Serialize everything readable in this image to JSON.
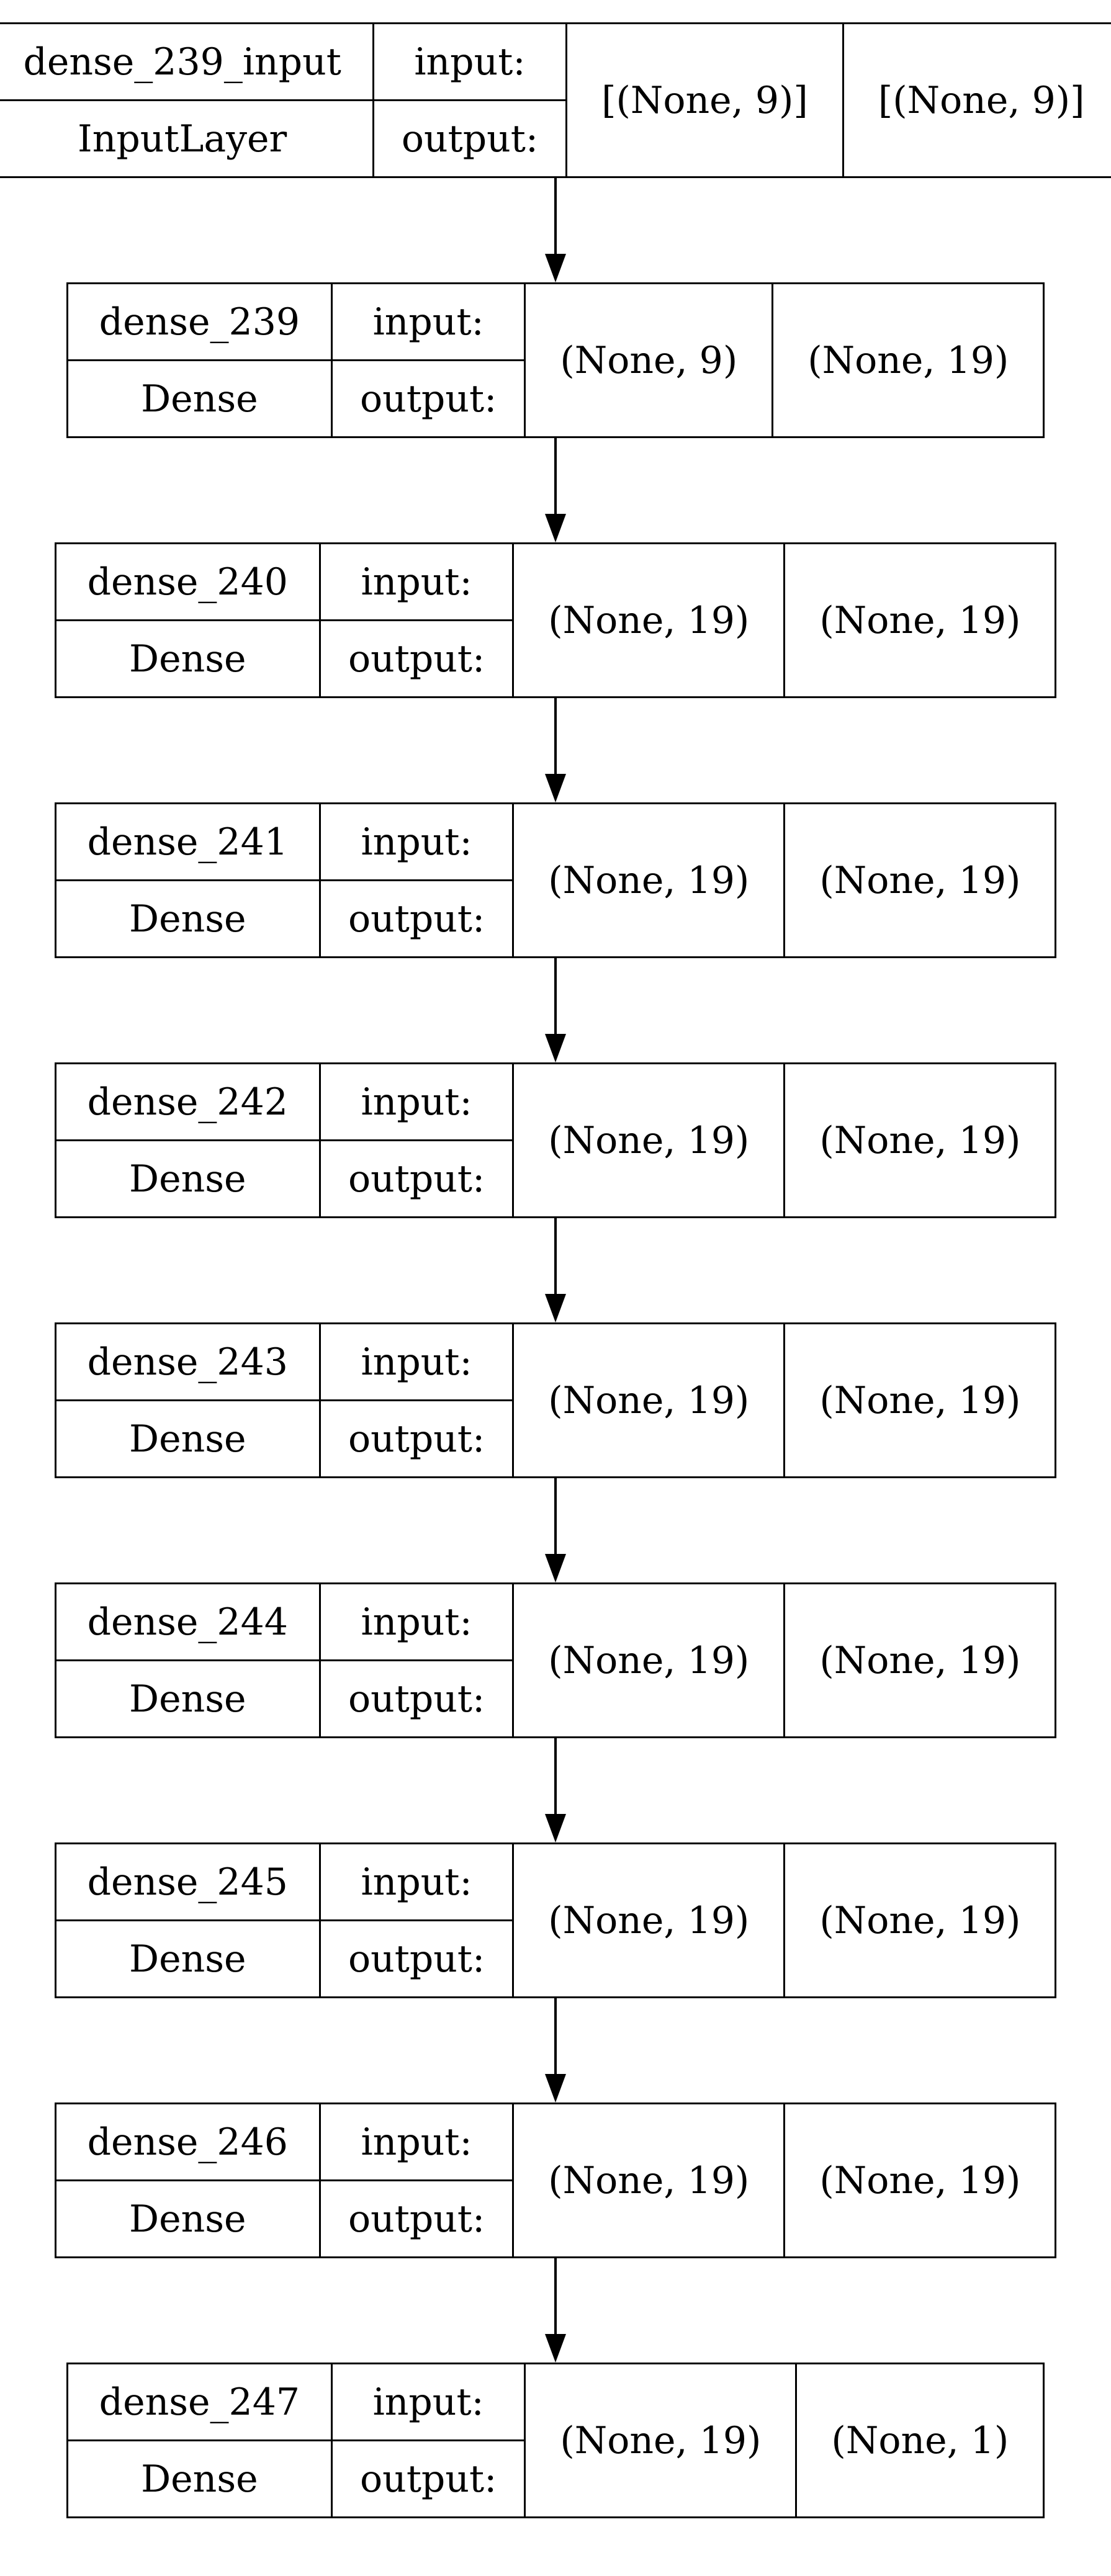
{
  "diagram_type": "keras-model-architecture",
  "colors": {
    "background": "#ffffff",
    "border": "#000000",
    "text": "#000000",
    "edge": "#000000"
  },
  "labels": {
    "input": "input:",
    "output": "output:"
  },
  "layers": [
    {
      "name": "dense_239_input",
      "type": "InputLayer",
      "input_shape": "[(None, 9)]",
      "output_shape": "[(None, 9)]"
    },
    {
      "name": "dense_239",
      "type": "Dense",
      "input_shape": "(None, 9)",
      "output_shape": "(None, 19)"
    },
    {
      "name": "dense_240",
      "type": "Dense",
      "input_shape": "(None, 19)",
      "output_shape": "(None, 19)"
    },
    {
      "name": "dense_241",
      "type": "Dense",
      "input_shape": "(None, 19)",
      "output_shape": "(None, 19)"
    },
    {
      "name": "dense_242",
      "type": "Dense",
      "input_shape": "(None, 19)",
      "output_shape": "(None, 19)"
    },
    {
      "name": "dense_243",
      "type": "Dense",
      "input_shape": "(None, 19)",
      "output_shape": "(None, 19)"
    },
    {
      "name": "dense_244",
      "type": "Dense",
      "input_shape": "(None, 19)",
      "output_shape": "(None, 19)"
    },
    {
      "name": "dense_245",
      "type": "Dense",
      "input_shape": "(None, 19)",
      "output_shape": "(None, 19)"
    },
    {
      "name": "dense_246",
      "type": "Dense",
      "input_shape": "(None, 19)",
      "output_shape": "(None, 19)"
    },
    {
      "name": "dense_247",
      "type": "Dense",
      "input_shape": "(None, 19)",
      "output_shape": "(None, 1)"
    }
  ]
}
